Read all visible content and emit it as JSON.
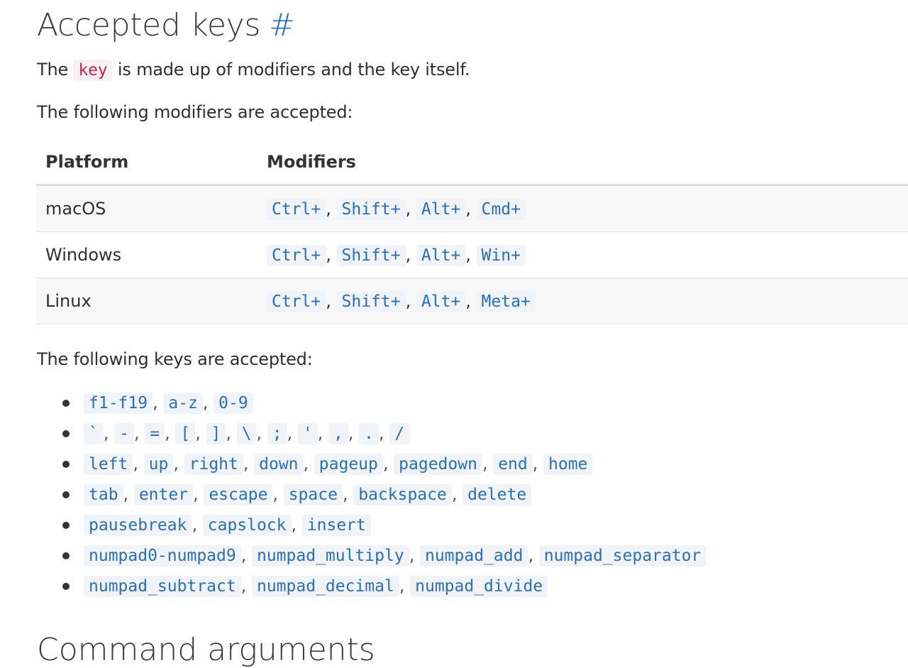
{
  "heading": "Accepted keys",
  "anchor": "#",
  "intro": {
    "before": "The",
    "code": "key",
    "after": "is made up of modifiers and the key itself."
  },
  "modifiers_intro": "The following modifiers are accepted:",
  "table": {
    "headers": [
      "Platform",
      "Modifiers"
    ],
    "rows": [
      {
        "platform": "macOS",
        "mods": [
          "Ctrl+",
          "Shift+",
          "Alt+",
          "Cmd+"
        ]
      },
      {
        "platform": "Windows",
        "mods": [
          "Ctrl+",
          "Shift+",
          "Alt+",
          "Win+"
        ]
      },
      {
        "platform": "Linux",
        "mods": [
          "Ctrl+",
          "Shift+",
          "Alt+",
          "Meta+"
        ]
      }
    ]
  },
  "keys_intro": "The following keys are accepted:",
  "keys": [
    [
      "f1-f19",
      "a-z",
      "0-9"
    ],
    [
      "`",
      "-",
      "=",
      "[",
      "]",
      "\\",
      ";",
      "'",
      ",",
      ".",
      "/"
    ],
    [
      "left",
      "up",
      "right",
      "down",
      "pageup",
      "pagedown",
      "end",
      "home"
    ],
    [
      "tab",
      "enter",
      "escape",
      "space",
      "backspace",
      "delete"
    ],
    [
      "pausebreak",
      "capslock",
      "insert"
    ],
    [
      "numpad0-numpad9",
      "numpad_multiply",
      "numpad_add",
      "numpad_separator"
    ],
    [
      "numpad_subtract",
      "numpad_decimal",
      "numpad_divide"
    ]
  ],
  "next_heading": "Command arguments",
  "colors": {
    "link": "#2a6fb8",
    "code_bg": "#f0f3f7",
    "code_red": "#c7254e"
  }
}
